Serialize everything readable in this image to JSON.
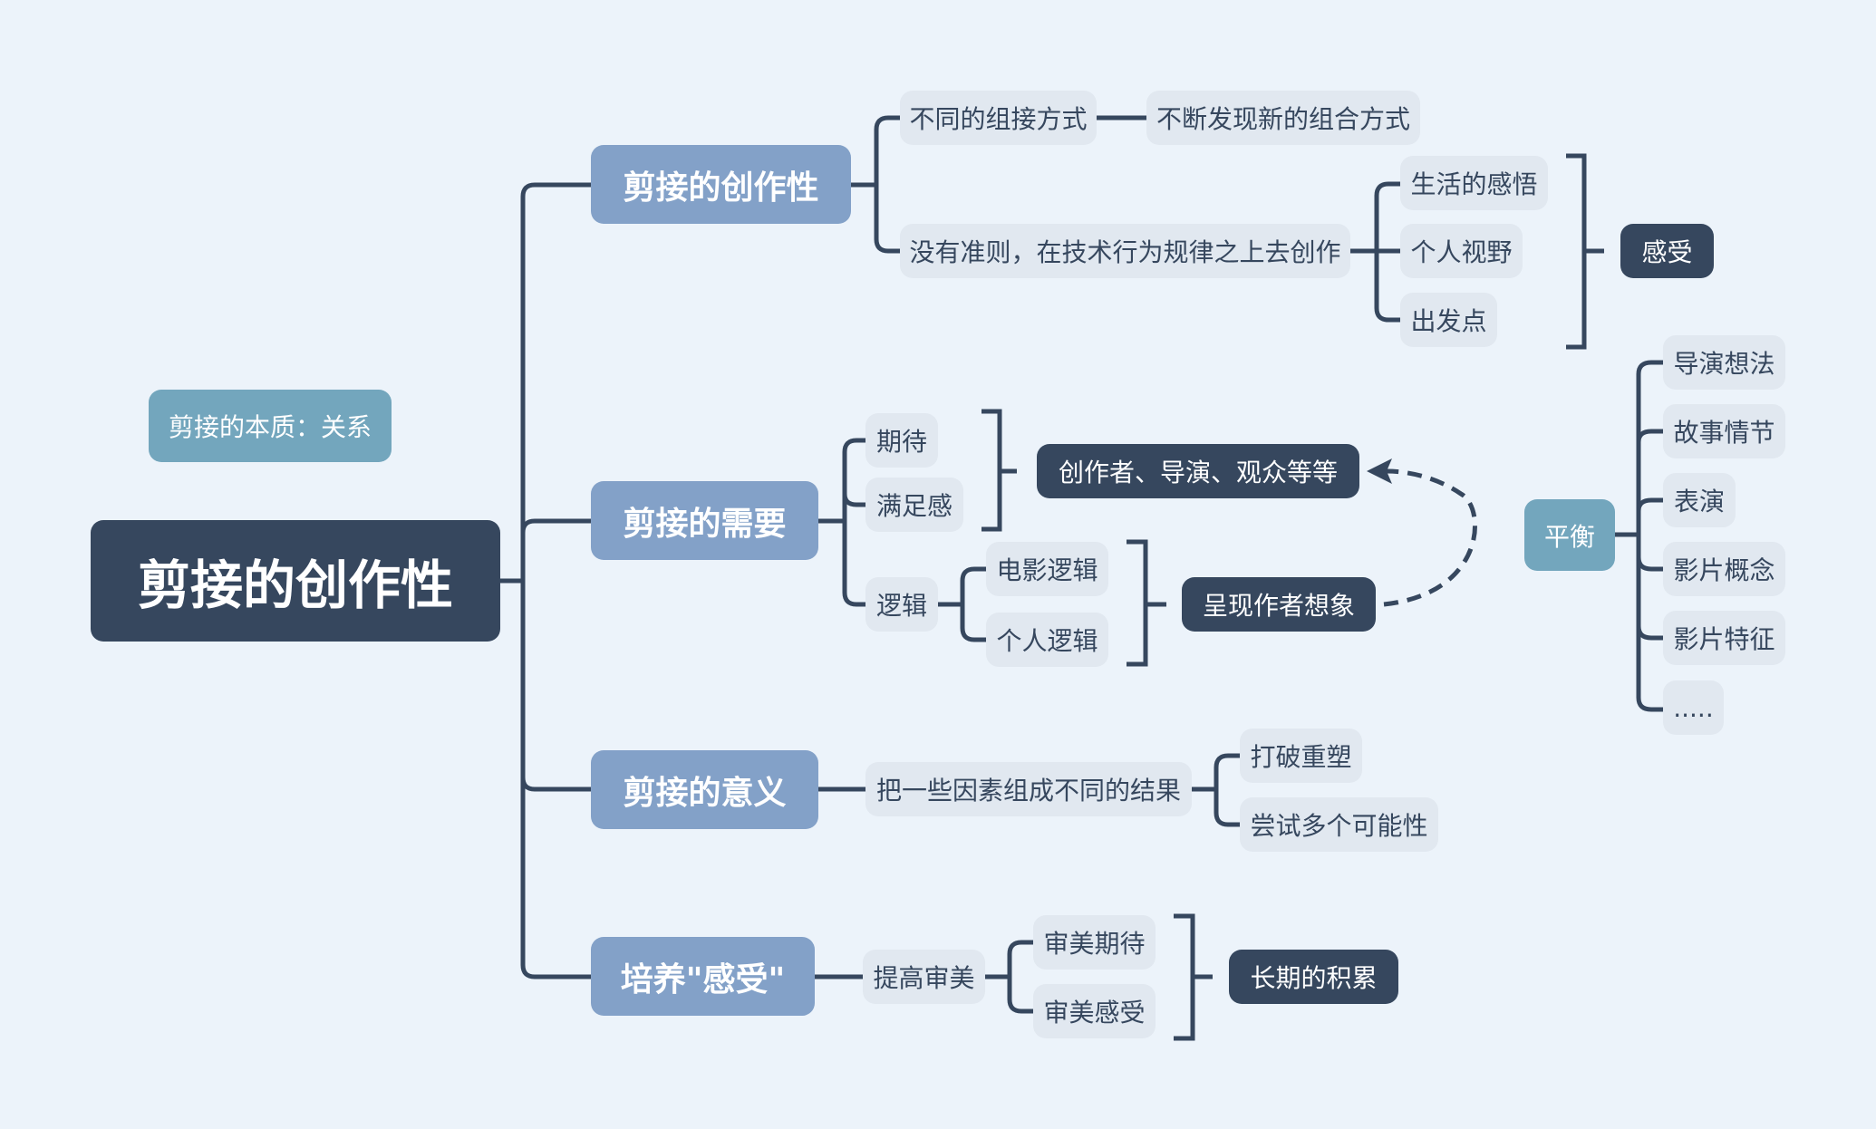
{
  "root": {
    "label": "剪接的创作性"
  },
  "floating": {
    "label": "剪接的本质：关系"
  },
  "colors": {
    "background": "#ecf3fa",
    "root": "#36475e",
    "topic": "#83a1c8",
    "subtopic": "#e1e8f0",
    "summary": "#36475e",
    "accent_teal": "#73a6bd",
    "line": "#36475e"
  },
  "branches": [
    {
      "label": "剪接的创作性",
      "children": [
        {
          "label": "不同的组接方式",
          "children": [
            {
              "label": "不断发现新的组合方式"
            }
          ]
        },
        {
          "label": "没有准则，在技术行为规律之上去创作",
          "children": [
            {
              "label": "生活的感悟"
            },
            {
              "label": "个人视野"
            },
            {
              "label": "出发点"
            }
          ],
          "summary": "感受"
        }
      ]
    },
    {
      "label": "剪接的需要",
      "children": [
        {
          "label": "期待"
        },
        {
          "label": "满足感"
        },
        {
          "label": "逻辑",
          "children": [
            {
              "label": "电影逻辑"
            },
            {
              "label": "个人逻辑"
            }
          ],
          "summary": "呈现作者想象"
        }
      ],
      "summary": "创作者、导演、观众等等"
    },
    {
      "label": "剪接的意义",
      "children": [
        {
          "label": "把一些因素组成不同的结果",
          "children": [
            {
              "label": "打破重塑"
            },
            {
              "label": "尝试多个可能性"
            }
          ]
        }
      ]
    },
    {
      "label": "培养\"感受\"",
      "children": [
        {
          "label": "提高审美",
          "children": [
            {
              "label": "审美期待"
            },
            {
              "label": "审美感受"
            }
          ],
          "summary": "长期的积累"
        }
      ]
    }
  ],
  "balance": {
    "label": "平衡",
    "children": [
      {
        "label": "导演想法"
      },
      {
        "label": "故事情节"
      },
      {
        "label": "表演"
      },
      {
        "label": "影片概念"
      },
      {
        "label": "影片特征"
      },
      {
        "label": "....."
      }
    ]
  },
  "relationship": {
    "from": "呈现作者想象",
    "to": "创作者、导演、观众等等",
    "style": "dashed-arrow"
  }
}
